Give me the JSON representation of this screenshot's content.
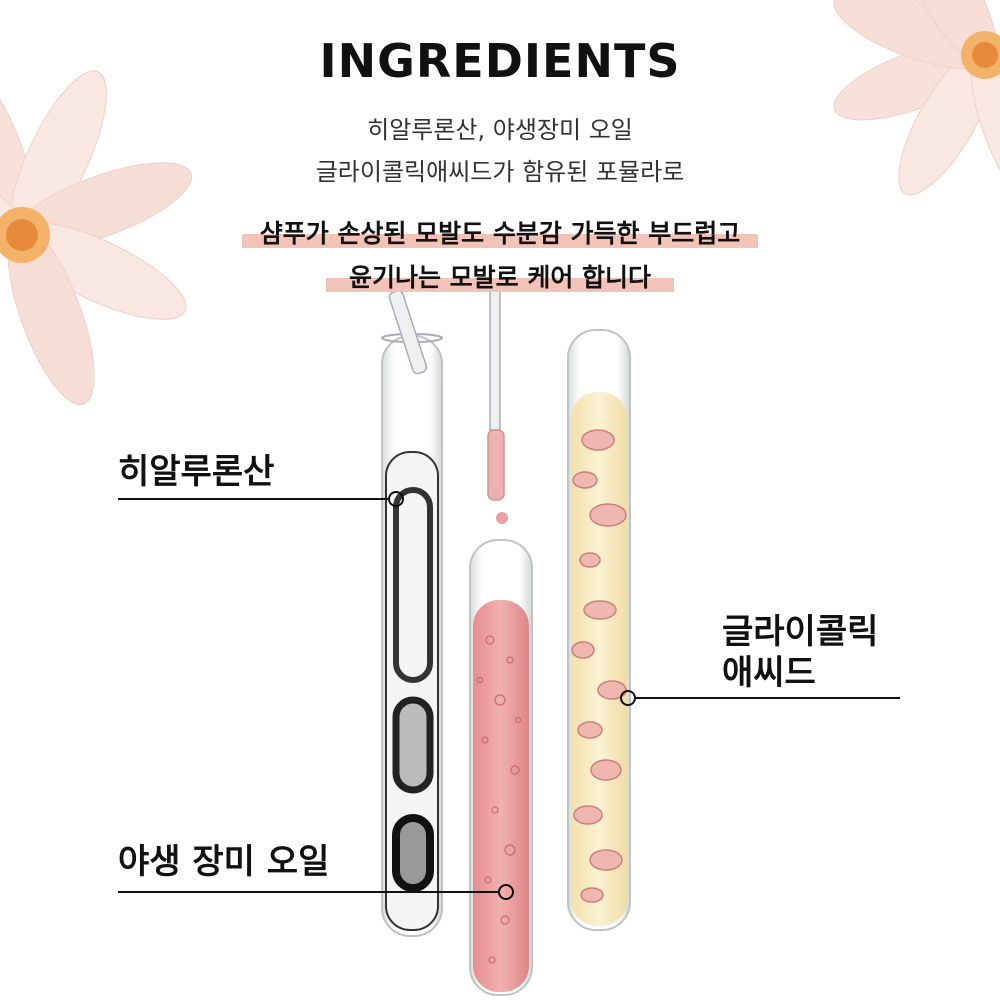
{
  "header": {
    "title": "INGREDIENTS",
    "subtitle_line1": "히알루론산, 야생장미 오일",
    "subtitle_line2": "글라이콜릭애씨드가 함유된 포뮬라로",
    "highlight_line1": "샴푸가 손상된 모발도 수분감 가득한 부드럽고",
    "highlight_line2": "윤기나는 모발로 케어 합니다"
  },
  "labels": {
    "hyaluronic": "히알루론산",
    "rose_oil": "야생 장미 오일",
    "glycolic_line1": "글라이콜릭",
    "glycolic_line2": "애씨드"
  },
  "colors": {
    "highlight": "#f3c3b7",
    "pink_liquid": "#e79a9a",
    "yellow_liquid": "#f7ecc4",
    "petal": "#f6ddd6",
    "flower_center": "#f0a040"
  }
}
